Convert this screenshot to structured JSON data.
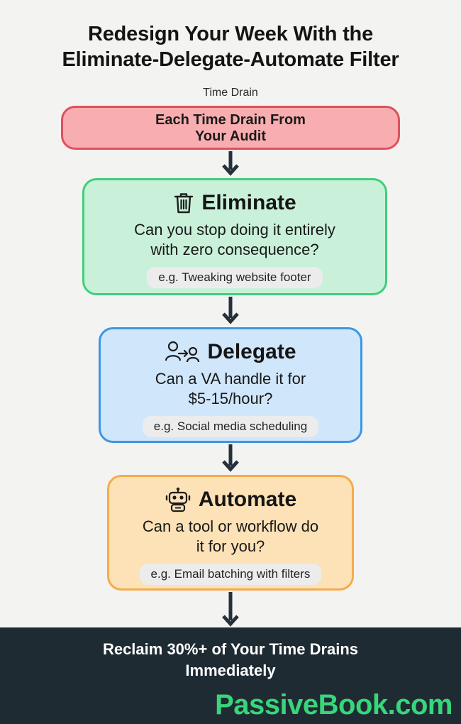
{
  "title": {
    "line1": "Redesign Your Week With the",
    "line2": "Eliminate-Delegate-Automate Filter"
  },
  "input_label": "Time Drain",
  "start_node": {
    "line1": "Each Time Drain From",
    "line2": "Your Audit",
    "fill": "#f8aeb0",
    "border": "#e0505c"
  },
  "steps": [
    {
      "label": "Eliminate",
      "icon": "trash-icon",
      "question_line1": "Can you stop doing it entirely",
      "question_line2": "with zero consequence?",
      "example": "e.g. Tweaking website footer",
      "fill": "#c9f1d9",
      "border": "#3fcf7b"
    },
    {
      "label": "Delegate",
      "icon": "handoff-people-icon",
      "question_line1": "Can a VA handle it for",
      "question_line2": "$5-15/hour?",
      "example": "e.g. Social media scheduling",
      "fill": "#cfe6fb",
      "border": "#3f95e4"
    },
    {
      "label": "Automate",
      "icon": "robot-icon",
      "question_line1": "Can a tool or workflow do",
      "question_line2": "it for you?",
      "example": "e.g. Email batching with filters",
      "fill": "#fde1b7",
      "border": "#f5ab4b"
    }
  ],
  "footer": {
    "line1": "Reclaim 30%+ of Your Time Drains",
    "line2": "Immediately",
    "background": "#1f2b33"
  },
  "brand": {
    "text": "PassiveBook.com",
    "color": "#37d67a"
  }
}
